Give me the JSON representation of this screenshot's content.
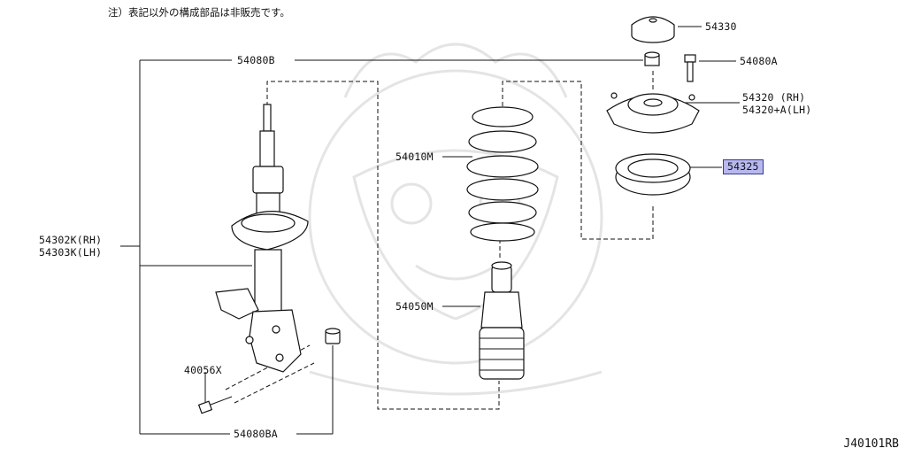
{
  "note": "注）表記以外の構成部品は非販売です。",
  "diagram_code": "J40101RB",
  "labels": {
    "p54330": "54330",
    "p54080b": "54080B",
    "p54080a": "54080A",
    "p54320_rh": "54320 (RH)",
    "p54320_lh": "54320+A(LH)",
    "p54325": "54325",
    "p54010m": "54010M",
    "p54302k": "54302K(RH)",
    "p54303k": "54303K(LH)",
    "p54050m": "54050M",
    "p40056x": "40056X",
    "p54080ba": "54080BA"
  },
  "highlight_color": "#b8b8f0"
}
